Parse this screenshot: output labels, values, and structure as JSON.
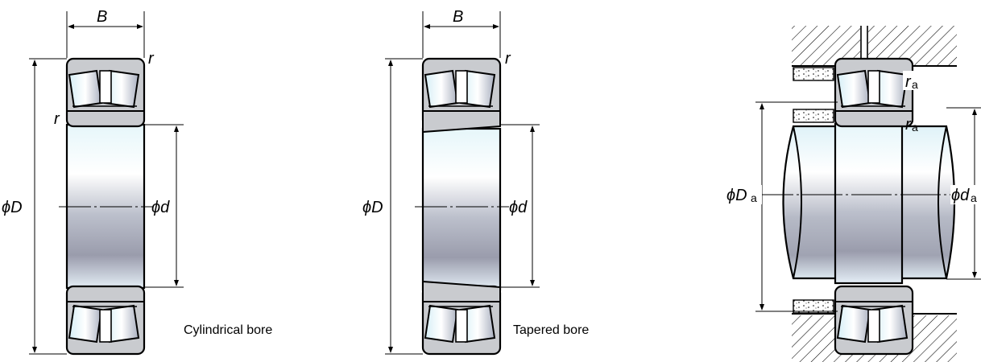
{
  "labels": {
    "B": "B",
    "r": "r",
    "phiD": "ϕD",
    "phid": "ϕd",
    "phiDa": "ϕD",
    "phida": "ϕd",
    "ra": "r",
    "sub_a": "a"
  },
  "captions": {
    "cylindrical": "Cylindrical bore",
    "tapered": "Tapered bore"
  }
}
